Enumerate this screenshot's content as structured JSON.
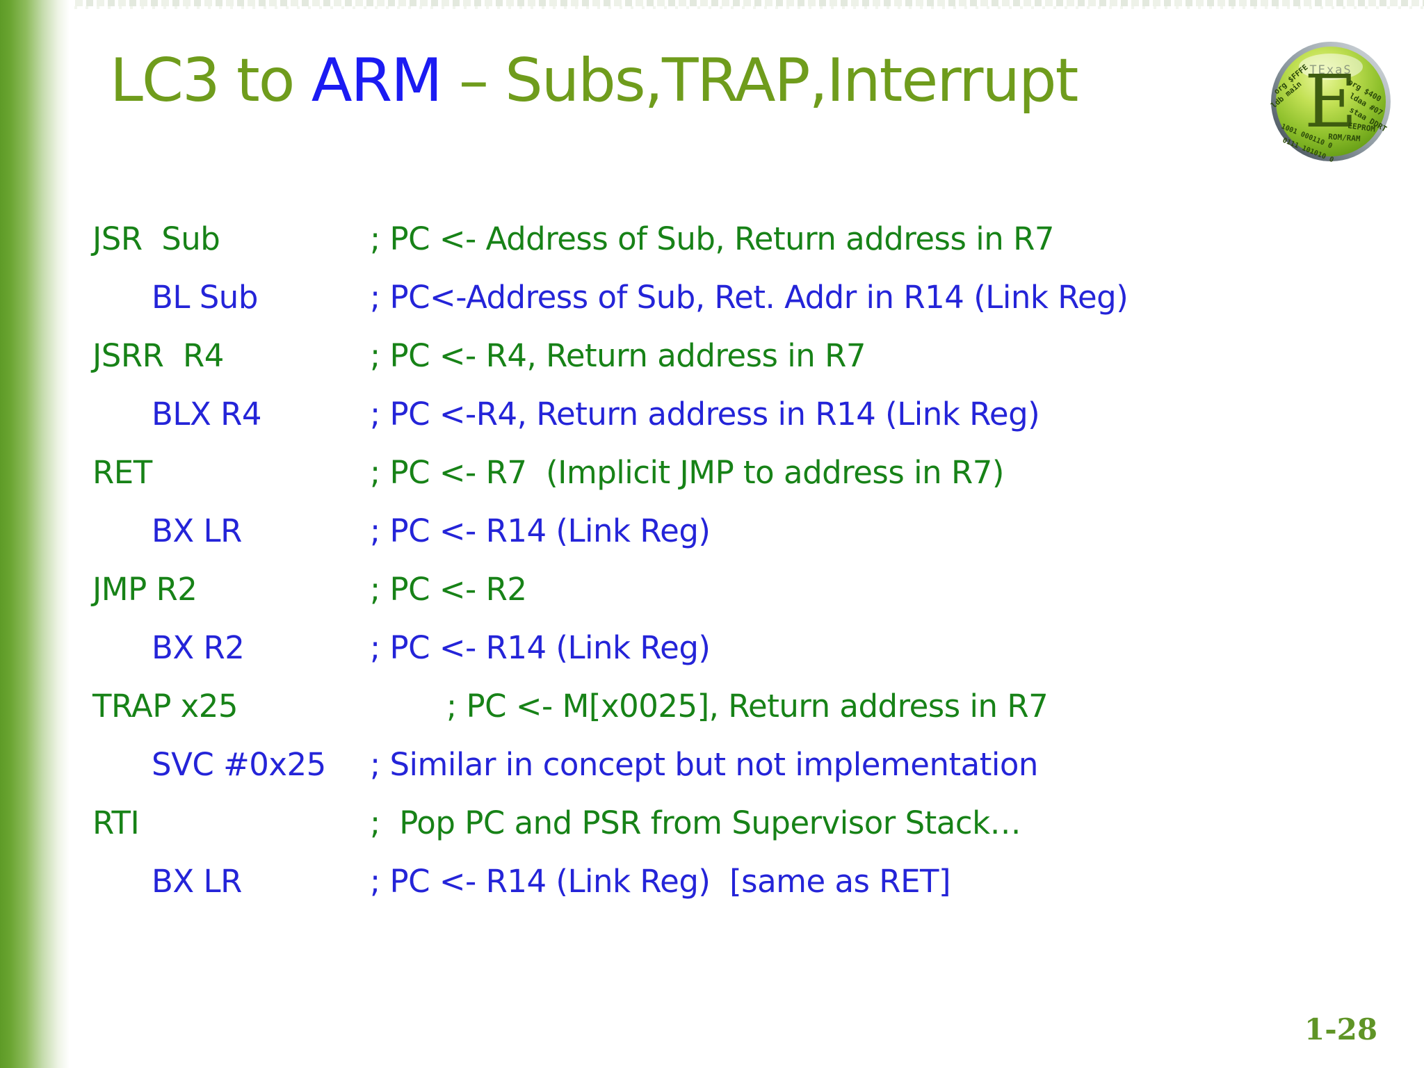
{
  "slide": {
    "title": {
      "lc3": "LC3 to ",
      "arm": "ARM",
      "rest": " – Subs,TRAP,Interrupt"
    },
    "page_number": "1-28",
    "code_lines": [
      {
        "lang": "lc3",
        "instr": "JSR  Sub",
        "comment": "; PC <- Address of Sub, Return address in R7"
      },
      {
        "lang": "arm",
        "instr": "BL Sub",
        "comment": "; PC<-Address of Sub, Ret. Addr in R14 (Link Reg)"
      },
      {
        "lang": "lc3",
        "instr": "JSRR  R4",
        "comment": "; PC <- R4, Return address in R7"
      },
      {
        "lang": "arm",
        "instr": "BLX R4",
        "comment": "; PC <-R4, Return address in R14 (Link Reg)"
      },
      {
        "lang": "lc3",
        "instr": "RET",
        "comment": "; PC <- R7  (Implicit JMP to address in R7)"
      },
      {
        "lang": "arm",
        "instr": "BX LR",
        "comment": "; PC <- R14 (Link Reg)"
      },
      {
        "lang": "lc3",
        "instr": "JMP R2",
        "comment": "; PC <- R2"
      },
      {
        "lang": "arm",
        "instr": "BX R2",
        "comment": "; PC <- R14 (Link Reg)"
      },
      {
        "lang": "lc3",
        "instr": "TRAP x25",
        "comment": "; PC <- M[x0025], Return address in R7"
      },
      {
        "lang": "arm",
        "instr": "SVC #0x25",
        "comment": "; Similar in concept but not implementation"
      },
      {
        "lang": "lc3",
        "instr": "RTI",
        "comment": ";  Pop PC and PSR from Supervisor Stack…"
      },
      {
        "lang": "arm",
        "instr": "BX LR",
        "comment": "; PC <- R14 (Link Reg)  [same as RET]"
      }
    ],
    "logo": {
      "brand": "TExaS",
      "letter": "E",
      "code_left_1": "org $FFFE",
      "code_left_2": "ldb main",
      "code_right_1": "org $400",
      "code_right_2": "ldaa #07",
      "code_right_3": "staa DDRT",
      "label_eeprom": "EEPROM",
      "label_romram": "ROM/RAM",
      "bits_1": "1001 000110 0",
      "bits_2": "0111 101010 0"
    },
    "colors": {
      "lc3_green": "#178217",
      "arm_blue": "#2424d8",
      "title_green": "#6f9c1c",
      "title_blue": "#1b1bf2",
      "page_number_green": "#5f9426",
      "left_bar_green": "#5e9b27"
    }
  }
}
